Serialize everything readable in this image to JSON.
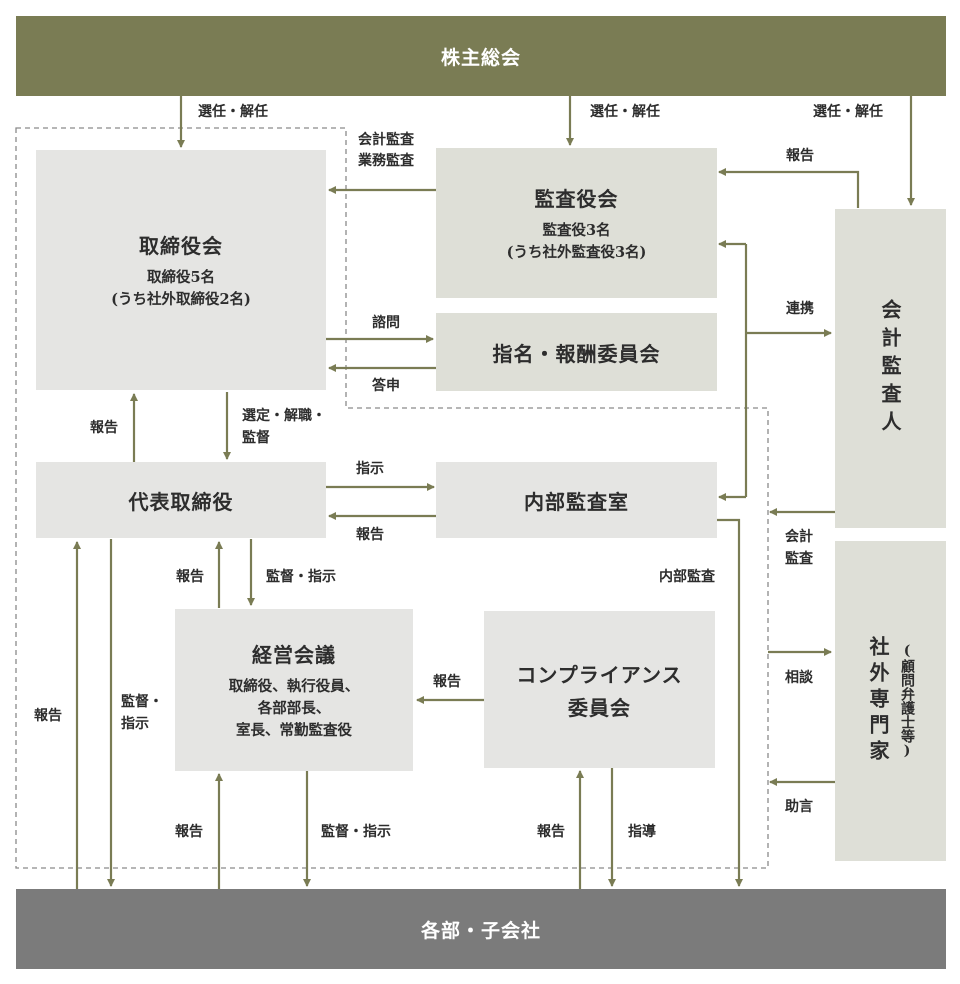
{
  "shareholders": "株主総会",
  "departments": "各部・子会社",
  "board": {
    "title": "取締役会",
    "sub1": "取締役5名",
    "sub2": "(うち社外取締役2名)"
  },
  "audit_board": {
    "title": "監査役会",
    "sub1": "監査役3名",
    "sub2": "(うち社外監査役3名)"
  },
  "nomination": "指名・報酬委員会",
  "representative": "代表取締役",
  "internal_audit": "内部監査室",
  "management": {
    "title": "経営会議",
    "sub1": "取締役、執行役員、",
    "sub2": "各部部長、",
    "sub3": "室長、常勤監査役"
  },
  "compliance": {
    "line1": "コンプライアンス",
    "line2": "委員会"
  },
  "auditor": "会計監査人",
  "experts": {
    "title": "社外専門家",
    "sub": "(顧問弁護士等)"
  },
  "labels": {
    "elect1": "選任・解任",
    "elect2": "選任・解任",
    "elect3": "選任・解任",
    "acc_audit": "会計監査",
    "biz_audit": "業務監査",
    "report_auditor": "報告",
    "coop": "連携",
    "consult": "諮問",
    "reply": "答申",
    "select": "選定・解職・",
    "supervise": "監督",
    "report_rep": "報告",
    "instruct_ia": "指示",
    "report_ia": "報告",
    "report_mgmt_up": "報告",
    "sup_inst": "監督・指示",
    "internal_audit_lbl": "内部監査",
    "report_comp": "報告",
    "report_left": "報告",
    "sup_left1": "監督・",
    "sup_left2": "指示",
    "report_bottom1": "報告",
    "sup_inst_bottom": "監督・指示",
    "report_bottom2": "報告",
    "guidance": "指導",
    "acc_audit2a": "会計",
    "acc_audit2b": "監査",
    "soudan": "相談",
    "advice": "助言"
  },
  "colors": {
    "header": "#7a7c54",
    "footer": "#7b7b7b",
    "box_light": "#e5e5e3",
    "box_olive": "#dedfd7",
    "arrow": "#7a7c54",
    "dashed": "#8a8a8a"
  }
}
